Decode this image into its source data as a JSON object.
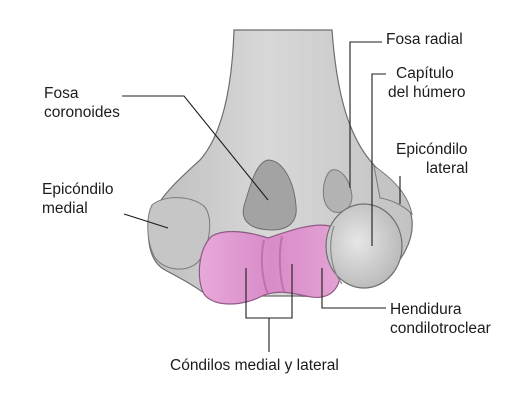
{
  "labels": {
    "fosa_radial": "Fosa radial",
    "capitulo_line1": "Capítulo",
    "capitulo_line2": "del húmero",
    "fosa_coronoides_line1": "Fosa",
    "fosa_coronoides_line2": "coronoides",
    "epicondilo_lateral_line1": "Epicóndilo",
    "epicondilo_lateral_line2": "lateral",
    "epicondilo_medial_line1": "Epicóndilo",
    "epicondilo_medial_line2": "medial",
    "hendidura_line1": "Hendidura",
    "hendidura_line2": "condilotroclear",
    "condilos": "Cóndilos medial y lateral"
  },
  "colors": {
    "bone_fill": "#cfcfcf",
    "bone_shade": "#a9a9a9",
    "bone_outline": "#6e6e6e",
    "trochlea_fill": "#e3a3d4",
    "trochlea_shade": "#c978b8",
    "capitulum_fill": "#d9d9d9",
    "leader_line": "#1c1c1c"
  }
}
